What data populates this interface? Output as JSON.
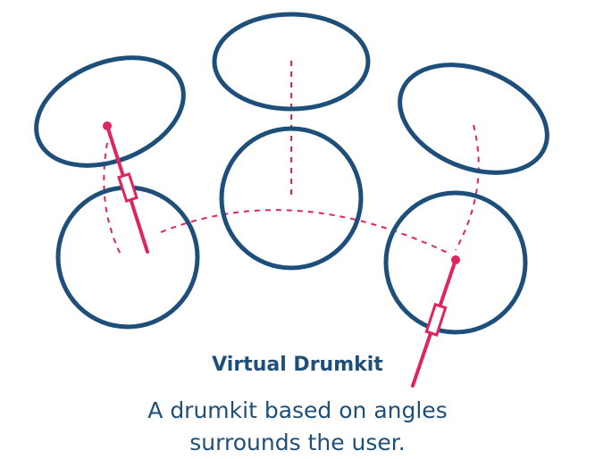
{
  "colors": {
    "drum": "#1e4f7a",
    "accent": "#e0245e",
    "background": "#ffffff"
  },
  "caption": {
    "title": "Virtual Drumkit",
    "subtitle_line1": "A drumkit based on angles",
    "subtitle_line2": "surrounds the user."
  },
  "elements": {
    "drums": [
      "cymbal-left",
      "cymbal-top",
      "cymbal-right",
      "drum-left",
      "drum-center",
      "drum-right"
    ],
    "sticks": [
      "drumstick-left",
      "drumstick-right"
    ]
  }
}
